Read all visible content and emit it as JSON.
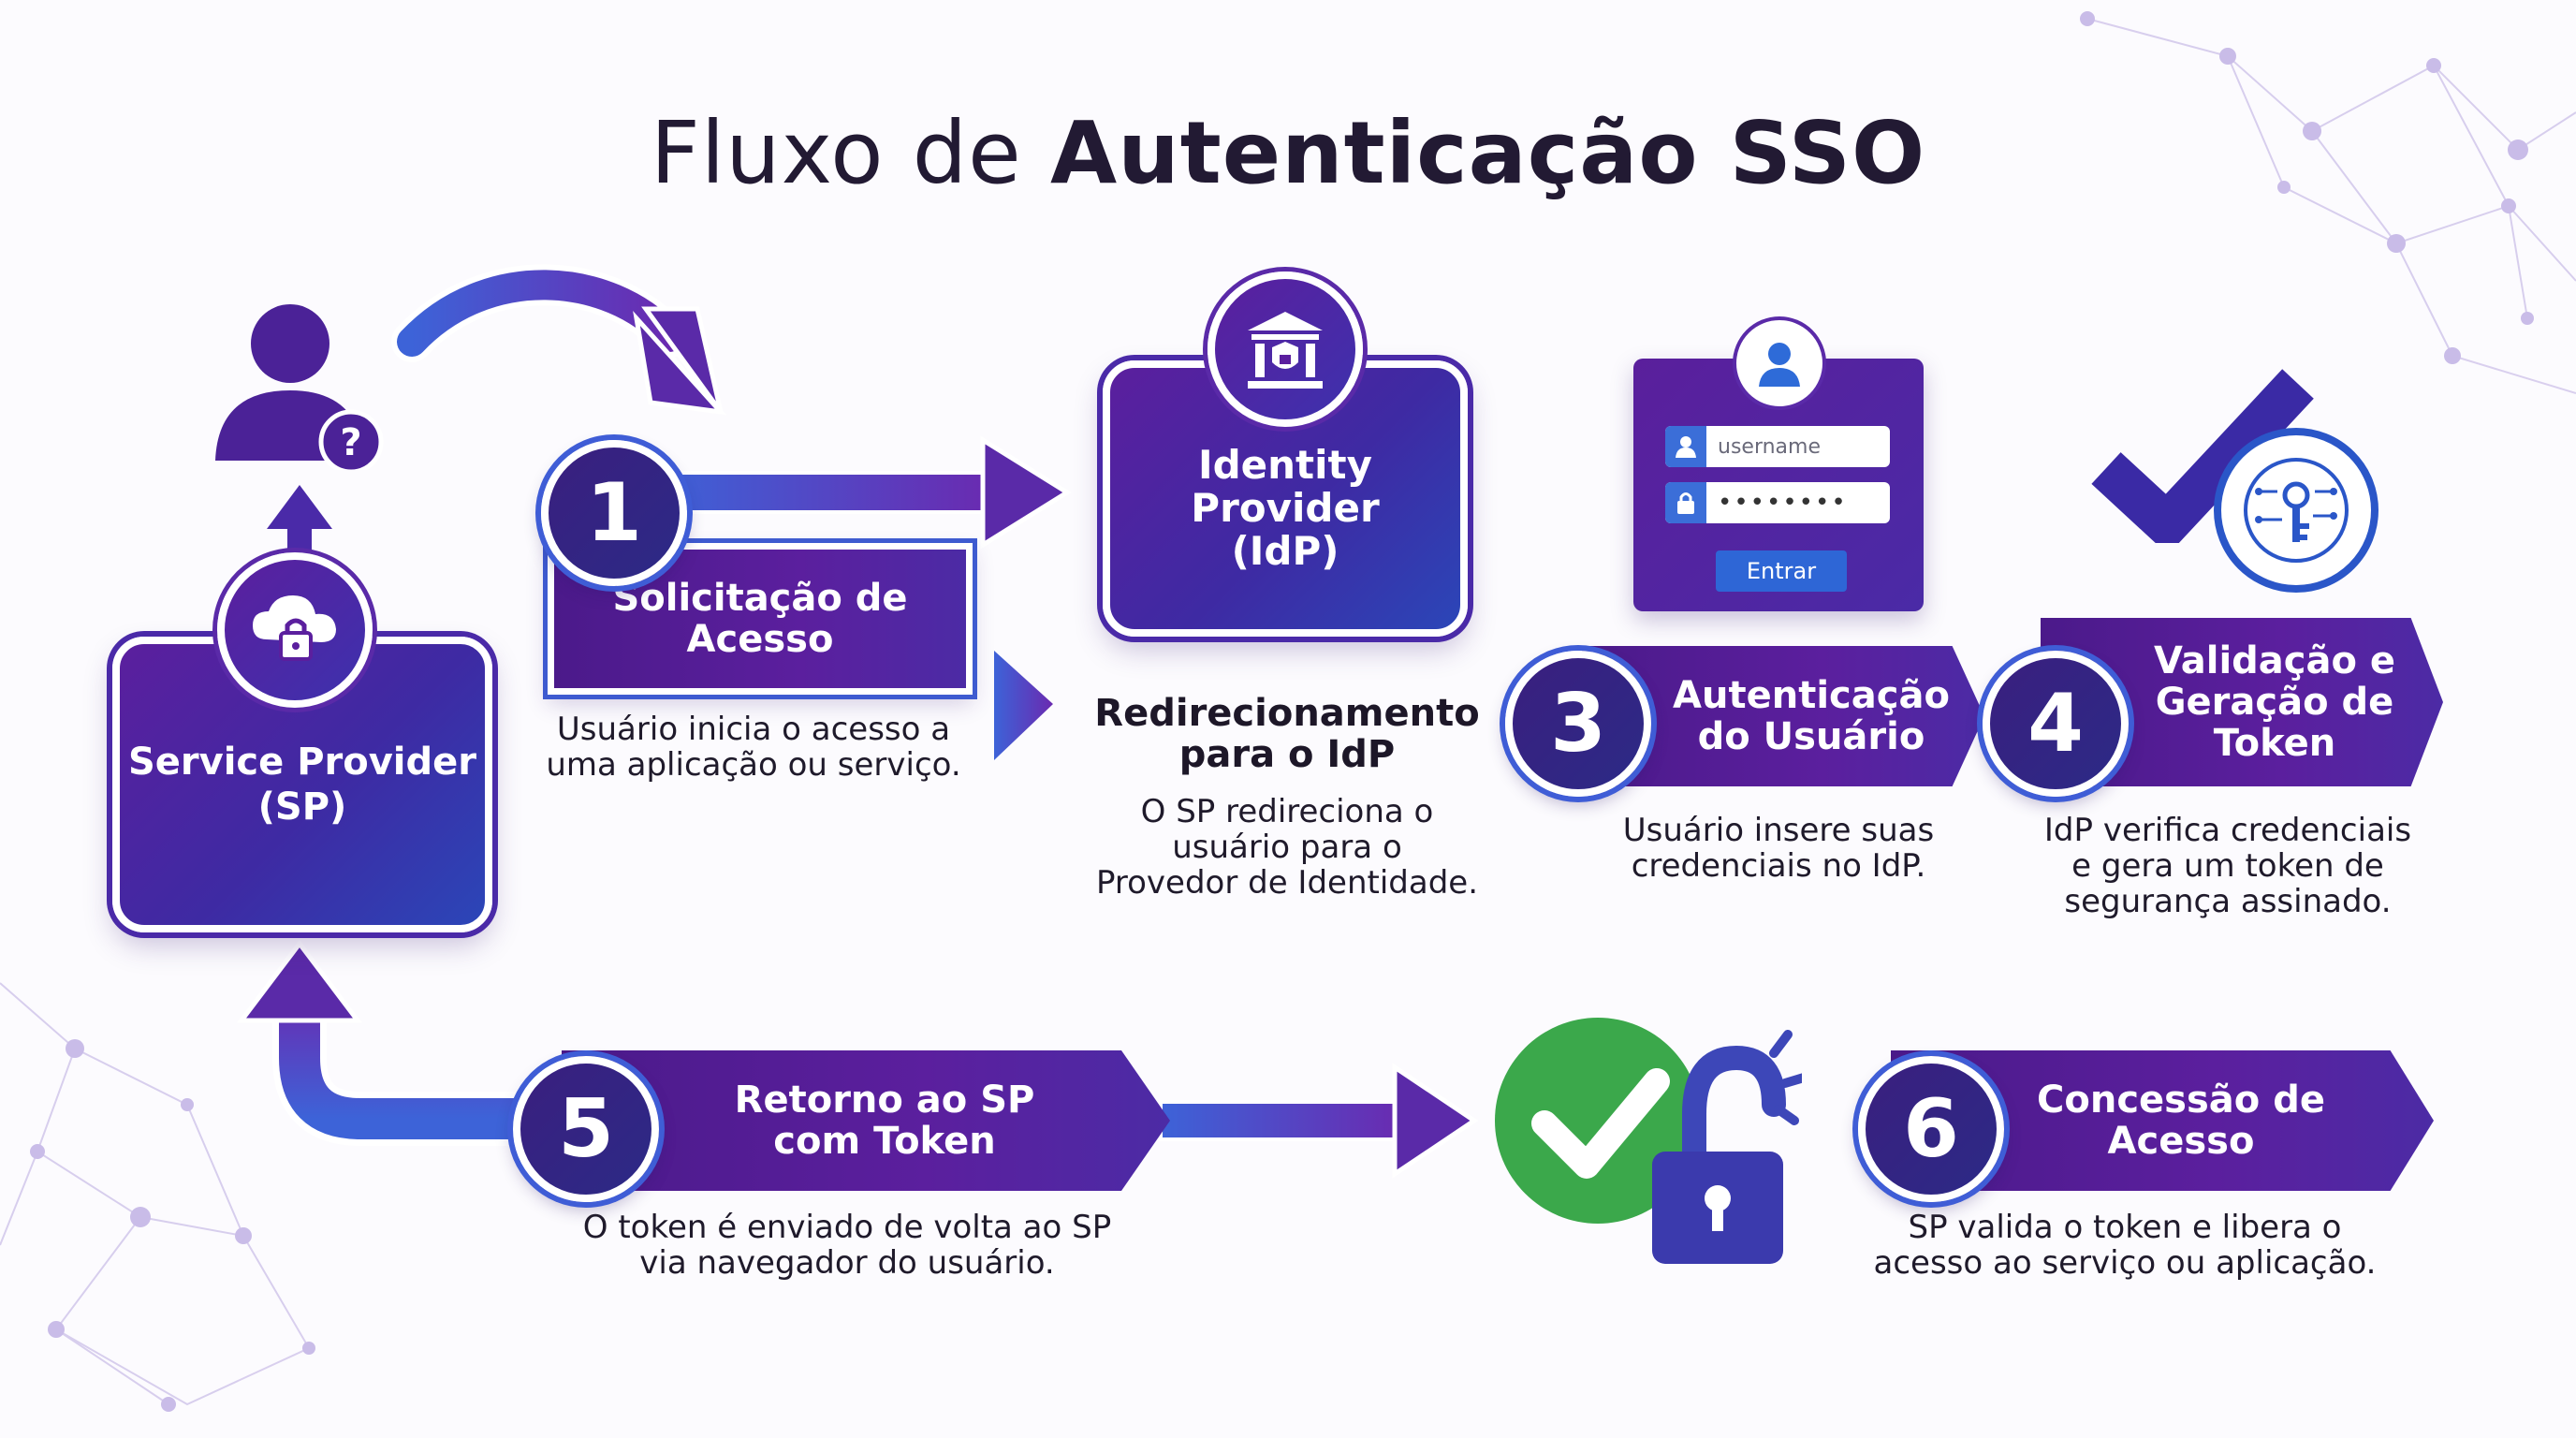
{
  "title": {
    "light": "Fluxo de",
    "bold": "Autenticação SSO"
  },
  "service_provider": {
    "label_line1": "Service Provider",
    "label_line2": "(SP)"
  },
  "identity_provider": {
    "label_line1": "Identity Provider",
    "label_line2": "(IdP)"
  },
  "step1": {
    "number": "1",
    "label_line1": "Solicitação de",
    "label_line2": "Acesso",
    "desc_line1": "Usuário inicia o acesso a",
    "desc_line2": "uma aplicação ou serviço."
  },
  "step2": {
    "heading_line1": "Redirecionamento",
    "heading_line2": "para o IdP",
    "desc_line1": "O SP redireciona o",
    "desc_line2": "usuário para o",
    "desc_line3": "Provedor de Identidade."
  },
  "step3": {
    "number": "3",
    "label_line1": "Autenticação",
    "label_line2": "do Usuário",
    "desc_line1": "Usuário insere suas",
    "desc_line2": "credenciais no IdP."
  },
  "step4": {
    "number": "4",
    "label_line1": "Validação e",
    "label_line2": "Geração de",
    "label_line3": "Token",
    "desc_line1": "IdP verifica credenciais",
    "desc_line2": "e gera um token de",
    "desc_line3": "segurança assinado."
  },
  "step5": {
    "number": "5",
    "label_line1": "Retorno ao SP",
    "label_line2": "com Token",
    "desc_line1": "O token é enviado de volta ao SP",
    "desc_line2": "via navegador do usuário."
  },
  "step6": {
    "number": "6",
    "label_line1": "Concessão de",
    "label_line2": "Acesso",
    "desc_line1": "SP valida o token e libera o",
    "desc_line2": "acesso ao serviço ou aplicação."
  },
  "login_form": {
    "username_placeholder": "username",
    "password_mask": "••••••••",
    "submit_label": "Entrar"
  },
  "colors": {
    "purple": "#5b1f9e",
    "blue": "#3e5bd0",
    "green": "#3aa84a",
    "text": "#1f1a2b"
  },
  "icons": [
    "user-question-icon",
    "cloud-lock-icon",
    "bank-lock-icon",
    "user-avatar-icon",
    "lock-icon",
    "checkmark-icon",
    "key-chip-icon",
    "green-check-icon",
    "unlocked-padlock-icon"
  ]
}
